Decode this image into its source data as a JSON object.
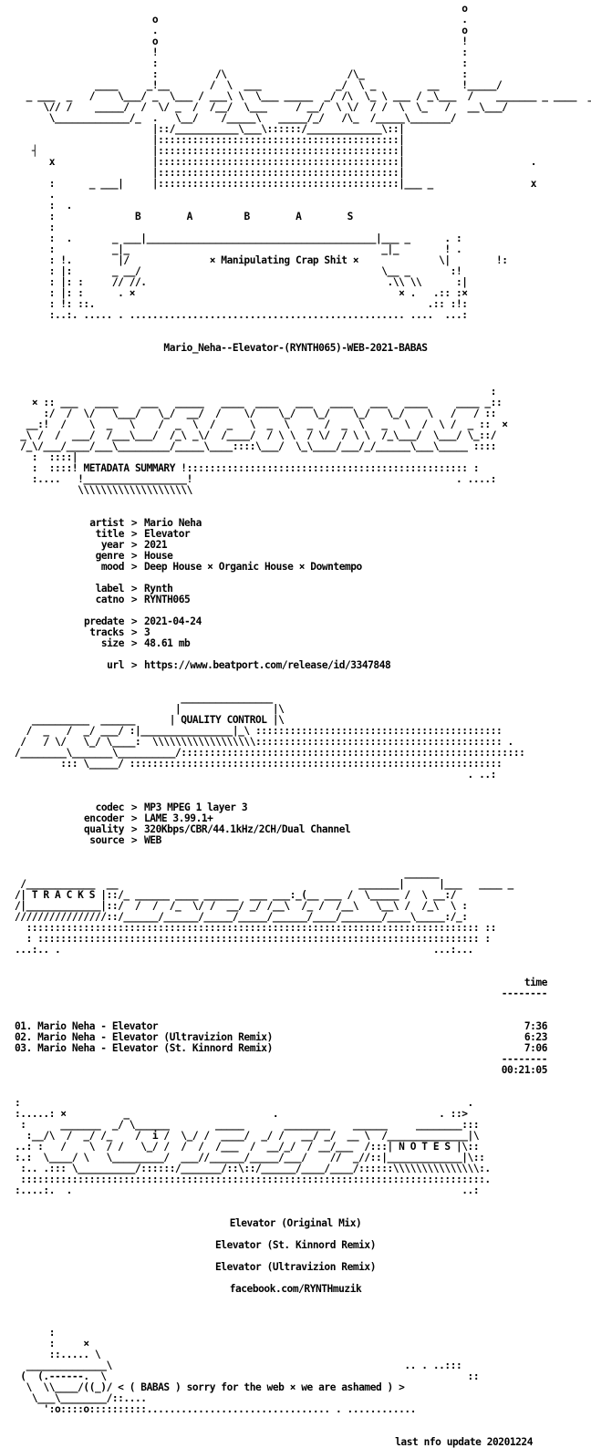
{
  "logo": {
    "ascii_top": [
      "                                                                              o",
      "                        o                                                     .",
      "                        .                                                     o",
      "                        o                                                     !",
      "                        !                                                     :",
      "                        :                                                     :",
      "                        :                                                     :",
      "                        :          /\\                     /\\_                 :",
      "              ____     _!__       /  \\  ___             _/  \\ _         __    !_____/",
      "  _ ___  _   /    \\___/ _  \\___ / ___\\ \\  \\___ _____  _/ /\\  \\_ \\ ___ / _\\___  /    _______ _ ____  _",
      "     \\// /    _____/  /  \\/ _  /  /__/  \\___     / __/  \\ \\/  / /  \\  \\_   /   __\\___/",
      "      \\_____________/_  .   \\__/    /_____\\   _____/_/   /\\_  /_____\\_______/",
      "                        |::/___________\\___\\::::::/_____________\\::|",
      "                        |::::::::::::::::::::::::::::::::::::::::::|",
      "   ┤                    |::::::::::::::::::::::::::::::::::::::::::|",
      "      x                 |::::::::::::::::::::::::::::::::::::::::::|                      .",
      "                        |::::::::::::::::::::::::::::::::::::::::::|",
      "      :      _ ___|     |::::::::::::::::::::::::::::::::::::::::::|___ _                 x"
    ],
    "letters": [
      "B",
      "A",
      "B",
      "A",
      "S"
    ],
    "tagline": "× Manipulating Crap Shit ×",
    "release_name": "Mario_Neha--Elevator-(RYNTH065)-WEB-2021-BABAS"
  },
  "metadata": {
    "header": "METADATA SUMMARY",
    "fields": [
      {
        "k": "artist",
        "v": "Mario Neha"
      },
      {
        "k": "title",
        "v": "Elevator"
      },
      {
        "k": "year",
        "v": "2021"
      },
      {
        "k": "genre",
        "v": "House"
      },
      {
        "k": "mood",
        "v": "Deep House × Organic House × Downtempo"
      }
    ],
    "fields2": [
      {
        "k": "label",
        "v": "Rynth"
      },
      {
        "k": "catno",
        "v": "RYNTH065"
      }
    ],
    "fields3": [
      {
        "k": "predate",
        "v": "2021-04-24"
      },
      {
        "k": "tracks",
        "v": "3"
      },
      {
        "k": "size",
        "v": "48.61 mb"
      }
    ],
    "url": {
      "k": "url",
      "v": "https://www.beatport.com/release/id/3347848"
    }
  },
  "quality": {
    "header": "QUALITY CONTROL",
    "fields": [
      {
        "k": "codec",
        "v": "MP3 MPEG 1 layer 3"
      },
      {
        "k": "encoder",
        "v": "LAME 3.99.1+"
      },
      {
        "k": "quality",
        "v": "320Kbps/CBR/44.1kHz/2CH/Dual Channel"
      },
      {
        "k": "source",
        "v": "WEB"
      }
    ]
  },
  "tracks": {
    "header": "T R A C K S",
    "time_label": "time",
    "rule": "--------",
    "items": [
      {
        "n": "01.",
        "name": "Mario Neha - Elevator",
        "time": "7:36"
      },
      {
        "n": "02.",
        "name": "Mario Neha - Elevator (Ultravizion Remix)",
        "time": "6:23"
      },
      {
        "n": "03.",
        "name": "Mario Neha - Elevator (St. Kinnord Remix)",
        "time": "7:06"
      }
    ],
    "total": "00:21:05"
  },
  "notes": {
    "header": "N O T E S",
    "lines": [
      "Elevator (Original Mix)",
      "Elevator (St. Kinnord Remix)",
      "Elevator (Ultravizion Remix)",
      "facebook.com/RYNTHmuzik"
    ]
  },
  "footer": {
    "message": "< ( BABAS ) sorry for the web × we are ashamed ) >",
    "last_update": "last nfo update 20201224"
  }
}
